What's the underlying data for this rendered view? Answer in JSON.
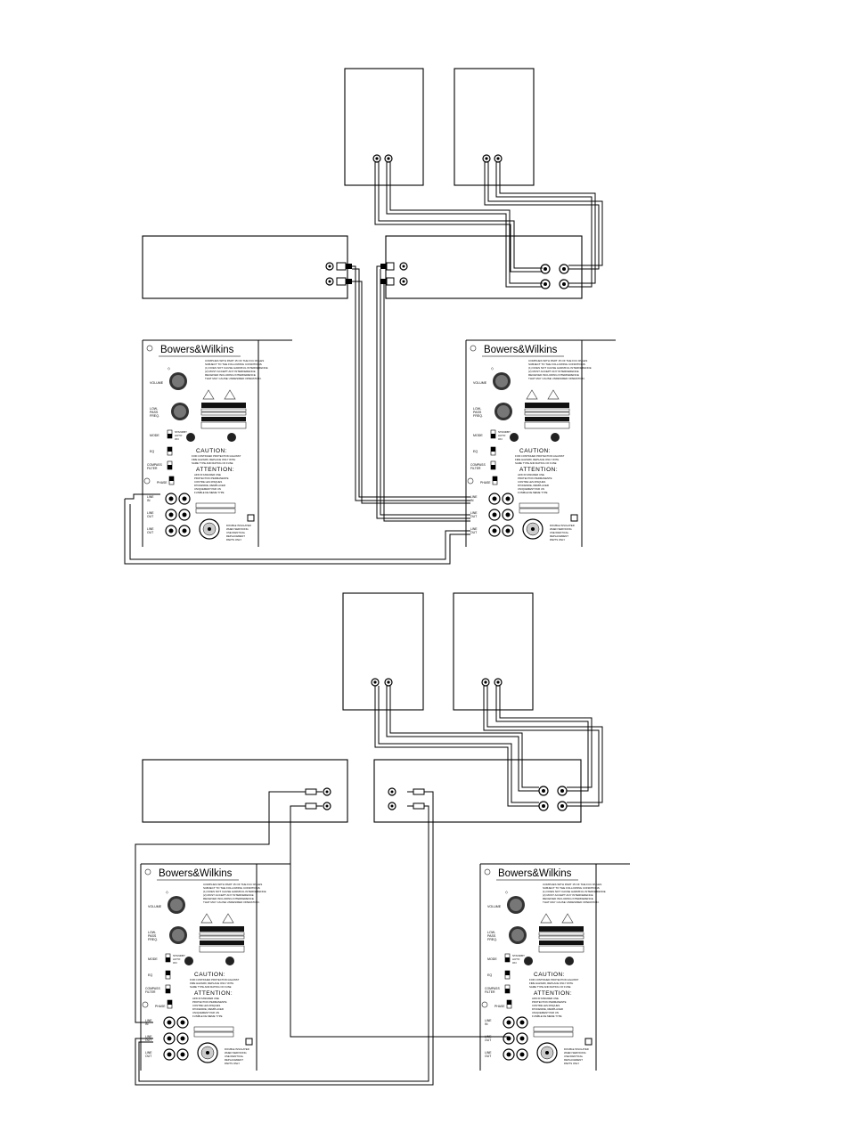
{
  "brand": "Bowers&Wilkins",
  "panel_labels": {
    "volume": "VOLUME",
    "lowpass": "LOW-\nPASS\nFREQ.",
    "mode": "MODE",
    "eq": "EQ",
    "compass": "COMPASS\nFILTER",
    "phase": "PHASE",
    "line_in": "LINE\nIN",
    "line_out": "LINE\nOUT",
    "mode_opts": "STANDBY\nAUTO\nON",
    "caution_title": "CAUTION",
    "caution_fr": "ATTENTION:",
    "caution_main": "CAUTION:",
    "avis": "AVIS",
    "fcc": "COMPLIES WITH PART 15 OF THE FCC RULES"
  },
  "colors": {
    "line": "#000000",
    "paper": "#ffffff"
  }
}
